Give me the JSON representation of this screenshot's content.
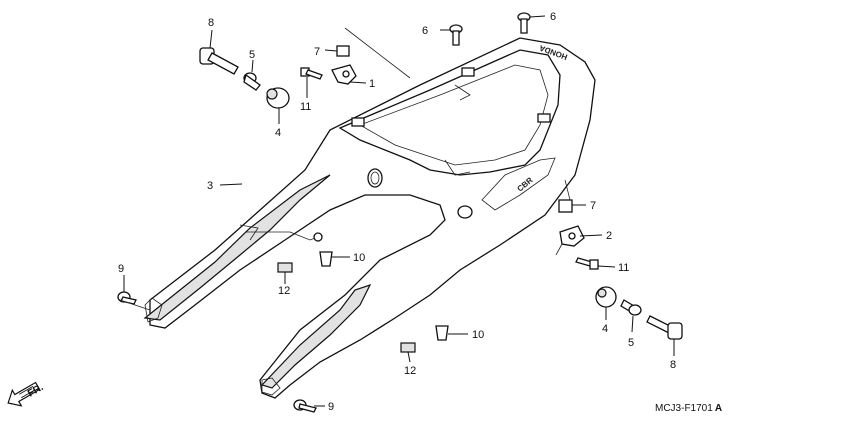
{
  "diagram_code": "MCJ3-F1701",
  "diagram_code_suffix": "A",
  "front_label": "FR.",
  "brand_mark": "HONDA",
  "emblem": "CBR",
  "callouts": {
    "c8a": "8",
    "c5a": "5",
    "c4a": "4",
    "c7a": "7",
    "c11a": "11",
    "c1": "1",
    "c6a": "6",
    "c6b": "6",
    "c3": "3",
    "c9a": "9",
    "c12a": "12",
    "c10a": "10",
    "c7b": "7",
    "c2": "2",
    "c11b": "11",
    "c4b": "4",
    "c5b": "5",
    "c8b": "8",
    "c10b": "10",
    "c12b": "12",
    "c9b": "9"
  }
}
